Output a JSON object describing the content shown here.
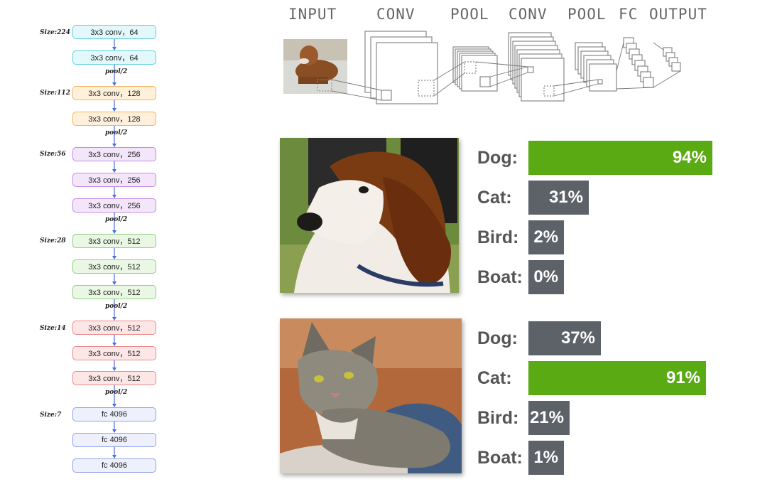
{
  "vgg": {
    "sizes": [
      "Size:224",
      "Size:112",
      "Size:56",
      "Size:28",
      "Size:14",
      "Size:7"
    ],
    "pool_label": "pool/2",
    "layers": [
      "3x3 conv，64",
      "3x3 conv，64",
      "3x3 conv，128",
      "3x3 conv，128",
      "3x3 conv，256",
      "3x3 conv，256",
      "3x3 conv，256",
      "3x3 conv，512",
      "3x3 conv，512",
      "3x3 conv，512",
      "3x3 conv，512",
      "3x3 conv，512",
      "3x3 conv，512",
      "fc 4096",
      "fc 4096",
      "fc 4096"
    ],
    "colors": {
      "block1": {
        "bg": "#e3f8fb",
        "border": "#5fd0e0"
      },
      "block2": {
        "bg": "#fff0dc",
        "border": "#f5b25c"
      },
      "block3": {
        "bg": "#f3e6fb",
        "border": "#c48ae6"
      },
      "block4": {
        "bg": "#e9f7e4",
        "border": "#8fcf82"
      },
      "block5": {
        "bg": "#fde6e6",
        "border": "#ec8a8a"
      },
      "fc": {
        "bg": "#eef1fd",
        "border": "#8fa2e8"
      },
      "arrow": "#4a6fd8"
    }
  },
  "cnn": {
    "stages": [
      "INPUT",
      "CONV",
      "POOL",
      "CONV",
      "POOL",
      "FC",
      "OUTPUT"
    ]
  },
  "classifier": {
    "accent": "#5aaa14",
    "neutral": "#5d6168",
    "examples": [
      {
        "image": "dog-photo",
        "scores": [
          {
            "label": "Dog:",
            "value": "94%",
            "fraction": 0.94,
            "top": true
          },
          {
            "label": "Cat:",
            "value": "31%",
            "fraction": 0.31,
            "top": false
          },
          {
            "label": "Bird:",
            "value": "2%",
            "fraction": 0.02,
            "top": false
          },
          {
            "label": "Boat:",
            "value": "0%",
            "fraction": 0.0,
            "top": false
          }
        ]
      },
      {
        "image": "cat-photo",
        "scores": [
          {
            "label": "Dog:",
            "value": "37%",
            "fraction": 0.37,
            "top": false
          },
          {
            "label": "Cat:",
            "value": "91%",
            "fraction": 0.91,
            "top": true
          },
          {
            "label": "Bird:",
            "value": "21%",
            "fraction": 0.21,
            "top": false
          },
          {
            "label": "Boat:",
            "value": "1%",
            "fraction": 0.01,
            "top": false
          }
        ]
      }
    ]
  }
}
